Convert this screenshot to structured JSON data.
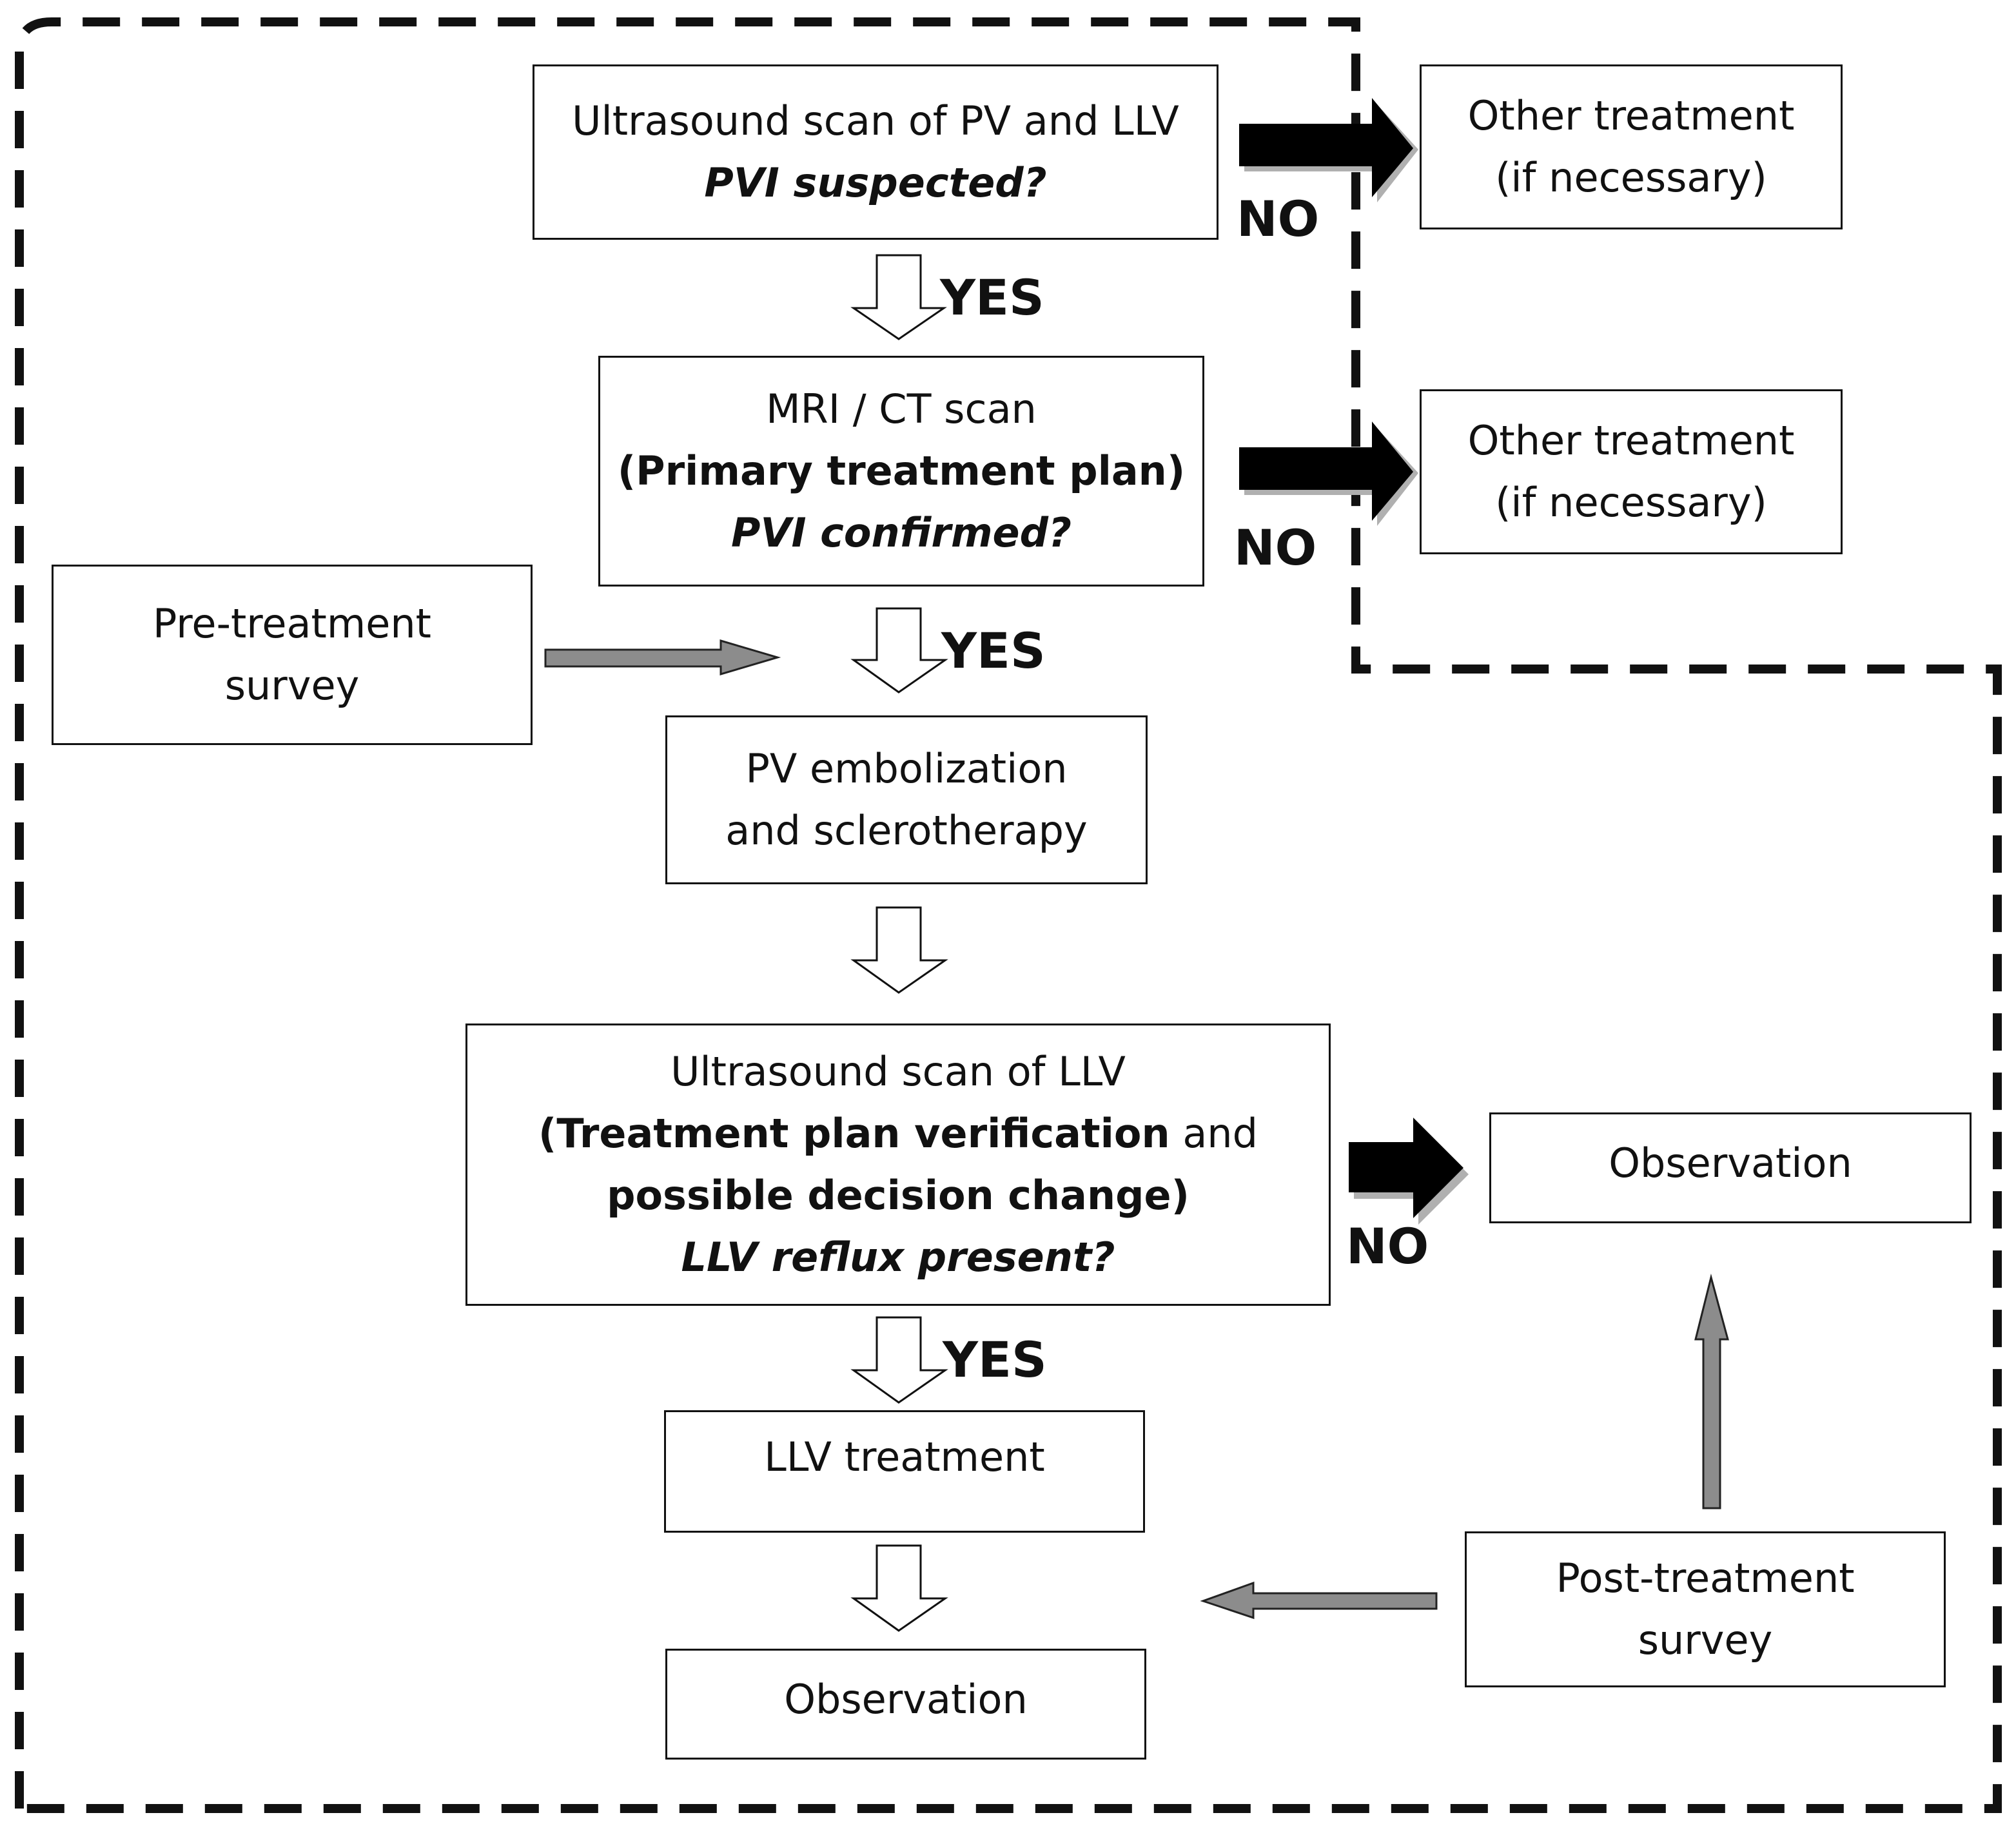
{
  "nodes": {
    "ultrasound_pv_llv": {
      "line1": "Ultrasound scan of PV and LLV",
      "question": "PVI suspected?"
    },
    "mri_ct": {
      "line1": "MRI / CT scan",
      "line2": "(Primary treatment plan)",
      "question": "PVI confirmed?"
    },
    "pre_survey": {
      "line1": "Pre-treatment",
      "line2": "survey"
    },
    "embolization": {
      "line1": "PV embolization",
      "line2": "and sclerotherapy"
    },
    "ultrasound_llv": {
      "line1": "Ultrasound scan of LLV",
      "line2a": "(Treatment plan verification",
      "line2b": " and",
      "line3": "possible decision change)",
      "question": "LLV reflux present?"
    },
    "llv_treatment": {
      "line1": "LLV treatment"
    },
    "observation_bottom": {
      "line1": "Observation"
    },
    "other_treatment_1": {
      "line1": "Other treatment",
      "line2": "(if necessary)"
    },
    "other_treatment_2": {
      "line1": "Other treatment",
      "line2": "(if necessary)"
    },
    "observation_right": {
      "line1": "Observation"
    },
    "post_survey": {
      "line1": "Post-treatment",
      "line2": "survey"
    }
  },
  "edge_labels": {
    "yes_1": "YES",
    "yes_2": "YES",
    "yes_3": "YES",
    "no_1": "NO",
    "no_2": "NO",
    "no_3": "NO"
  }
}
